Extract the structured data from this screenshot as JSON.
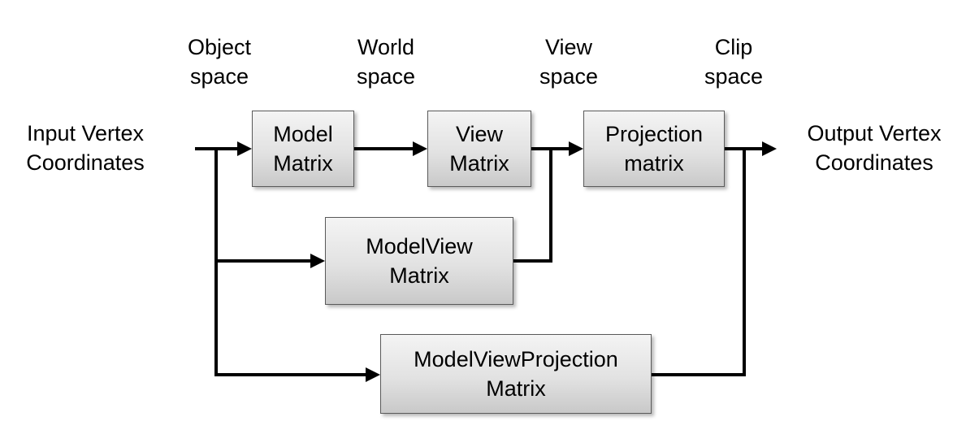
{
  "diagram": {
    "input_label": [
      "Input Vertex",
      "Coordinates"
    ],
    "output_label": [
      "Output Vertex",
      "Coordinates"
    ],
    "spaces": [
      [
        "Object",
        "space"
      ],
      [
        "World",
        "space"
      ],
      [
        "View",
        "space"
      ],
      [
        "Clip",
        "space"
      ]
    ],
    "boxes": {
      "model": [
        "Model",
        "Matrix"
      ],
      "view": [
        "View",
        "Matrix"
      ],
      "projection": [
        "Projection",
        "matrix"
      ],
      "modelview": [
        "ModelView",
        "Matrix"
      ],
      "mvp": [
        "ModelViewProjection",
        "Matrix"
      ]
    }
  }
}
